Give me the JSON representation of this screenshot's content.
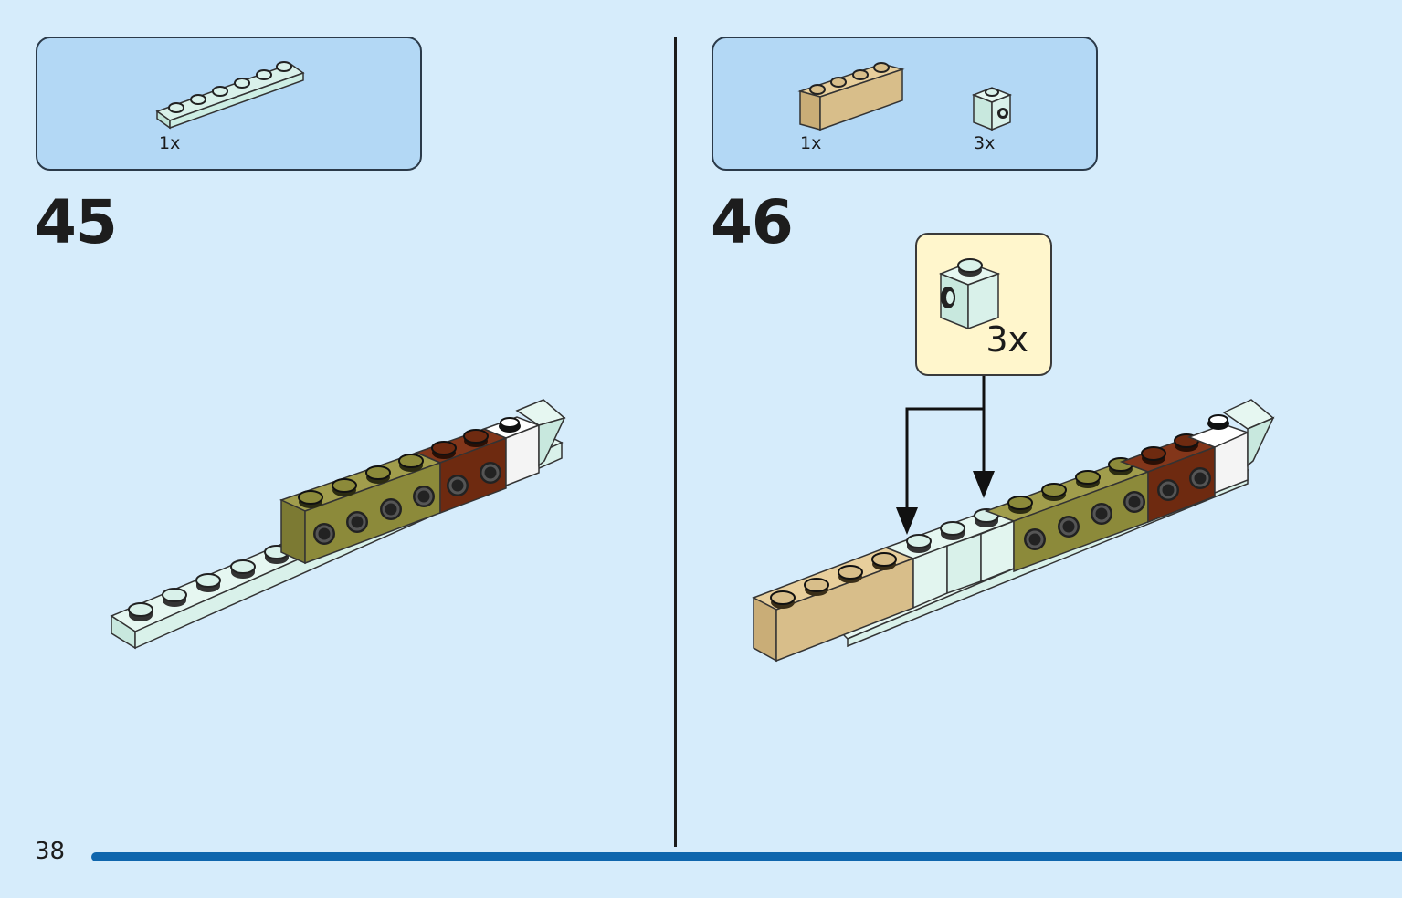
{
  "steps": [
    {
      "number": "45",
      "parts": [
        {
          "name": "plate-1x6-light-aqua",
          "qty": "1x"
        }
      ]
    },
    {
      "number": "46",
      "parts": [
        {
          "name": "brick-1x4-tan",
          "qty": "1x"
        },
        {
          "name": "brick-1x1-stud-side-light-aqua",
          "qty": "3x"
        }
      ],
      "callout": {
        "qty": "3x"
      }
    }
  ],
  "page": {
    "number": "38"
  },
  "colors": {
    "background": "#d6ecfb",
    "parts_box": "#b3d8f5",
    "callout": "#fff6cc",
    "light_aqua": "#d9f1ea",
    "olive": "#8c8a3a",
    "reddish_brown": "#6e2a10",
    "tan": "#d8be8a",
    "white": "#ffffff",
    "progress": "#0f66ad"
  }
}
